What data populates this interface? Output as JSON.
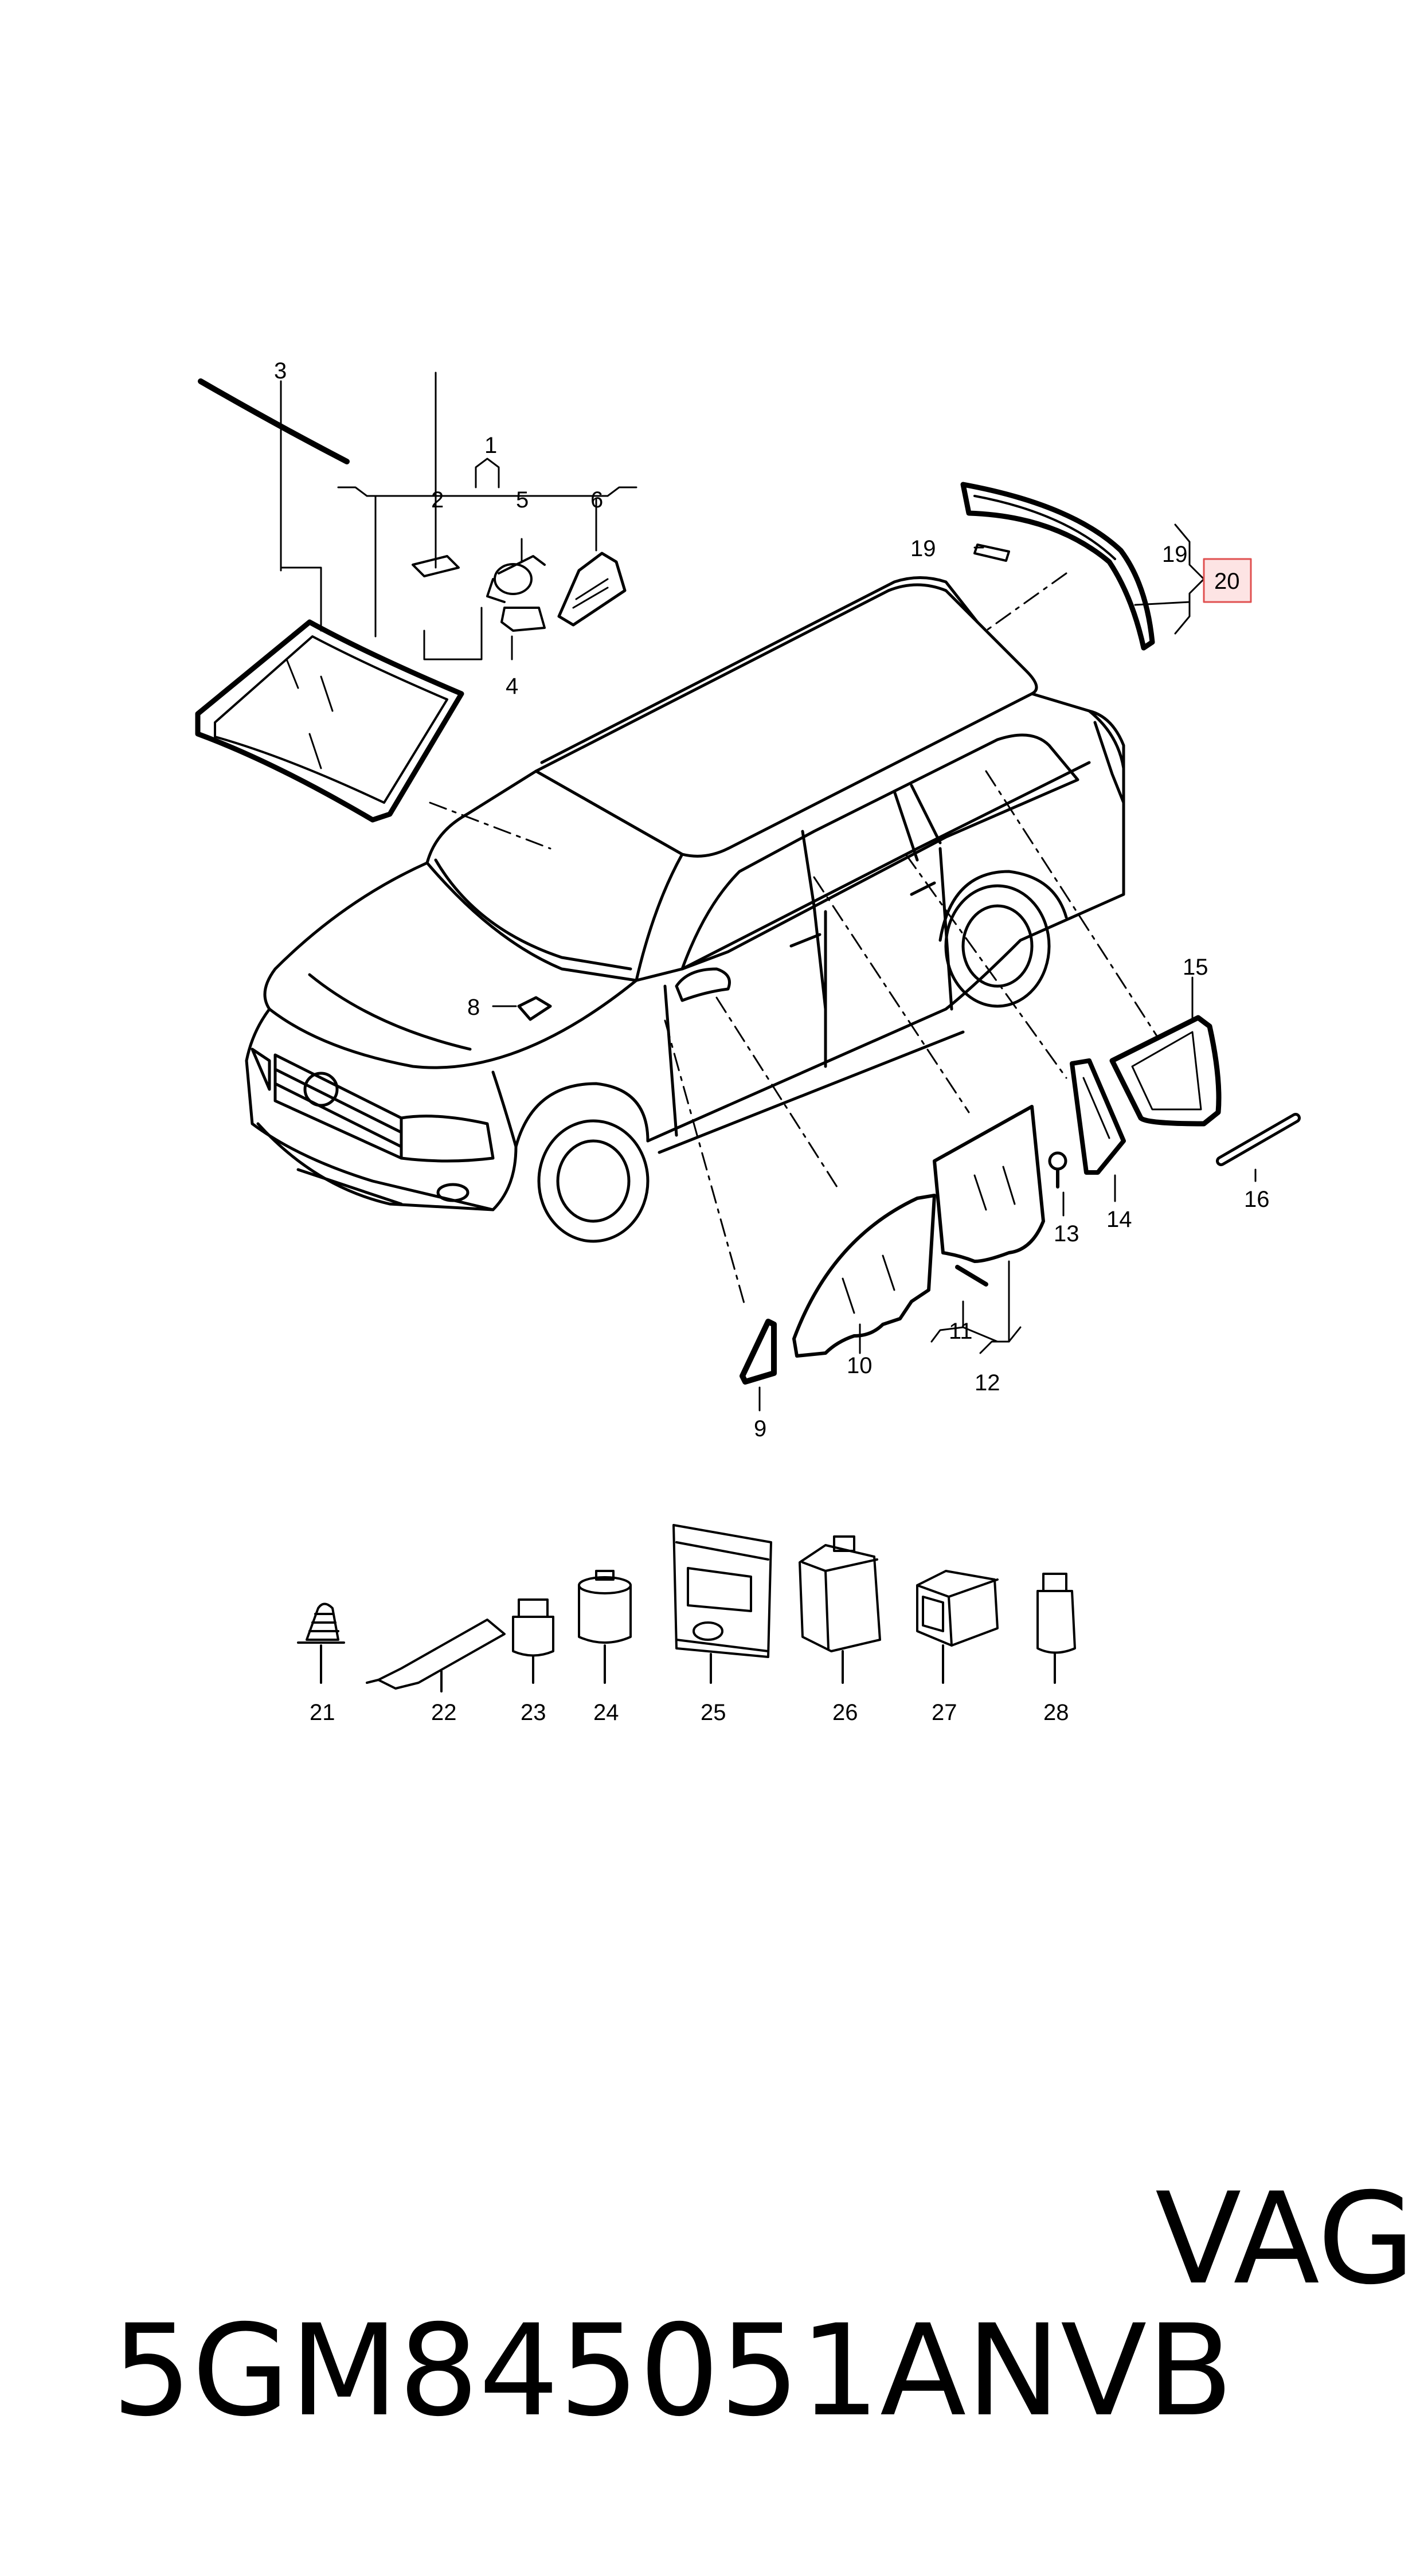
{
  "diagram": {
    "callouts": {
      "c1": "1",
      "c2": "2",
      "c3": "3",
      "c4": "4",
      "c5": "5",
      "c6": "6",
      "c8": "8",
      "c9": "9",
      "c10": "10",
      "c11": "11",
      "c12": "12",
      "c13": "13",
      "c14": "14",
      "c15": "15",
      "c16": "16",
      "c19a": "19",
      "c19b": "19",
      "c20": "20",
      "c21": "21",
      "c22": "22",
      "c23": "23",
      "c24": "24",
      "c25": "25",
      "c26": "26",
      "c27": "27",
      "c28": "28"
    },
    "highlight_color": "#e05050",
    "highlight_fill": "#fde4e4",
    "line_color": "#000000"
  },
  "footer": {
    "part_number": "5GM845051ANVB",
    "manufacturer": "VAG"
  }
}
